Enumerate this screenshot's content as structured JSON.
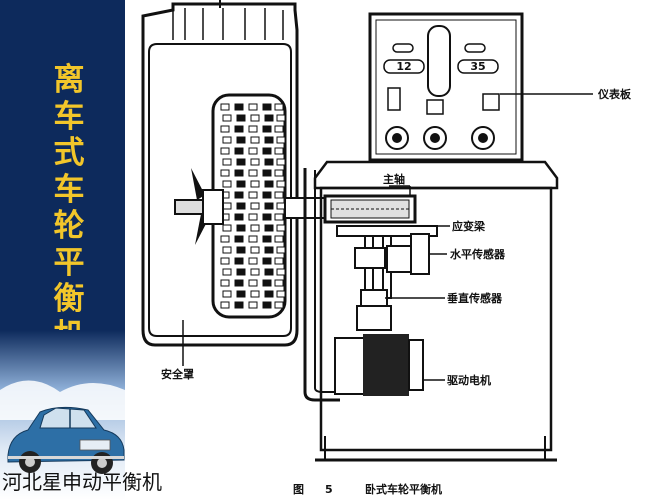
{
  "sidebar": {
    "title_chars": [
      "离",
      "车",
      "式",
      "车",
      "轮",
      "平",
      "衡",
      "机"
    ],
    "title_color": "#f2c62a",
    "background": "#0d2a5c"
  },
  "diagram": {
    "labels": {
      "instrument_panel": "仪表板",
      "main_shaft": "主轴",
      "strain_frame": "应变梁",
      "horizontal_sensor": "水平传感器",
      "vertical_sensor": "垂直传感器",
      "drive_motor": "驱动电机",
      "safety_cover": "安全罩"
    },
    "panel": {
      "display_left": "12",
      "display_right": "35"
    },
    "caption": {
      "figure": "图",
      "number": "5",
      "title": "卧式车轮平衡机"
    }
  },
  "footer": {
    "text": "河北星申动平衡机"
  }
}
